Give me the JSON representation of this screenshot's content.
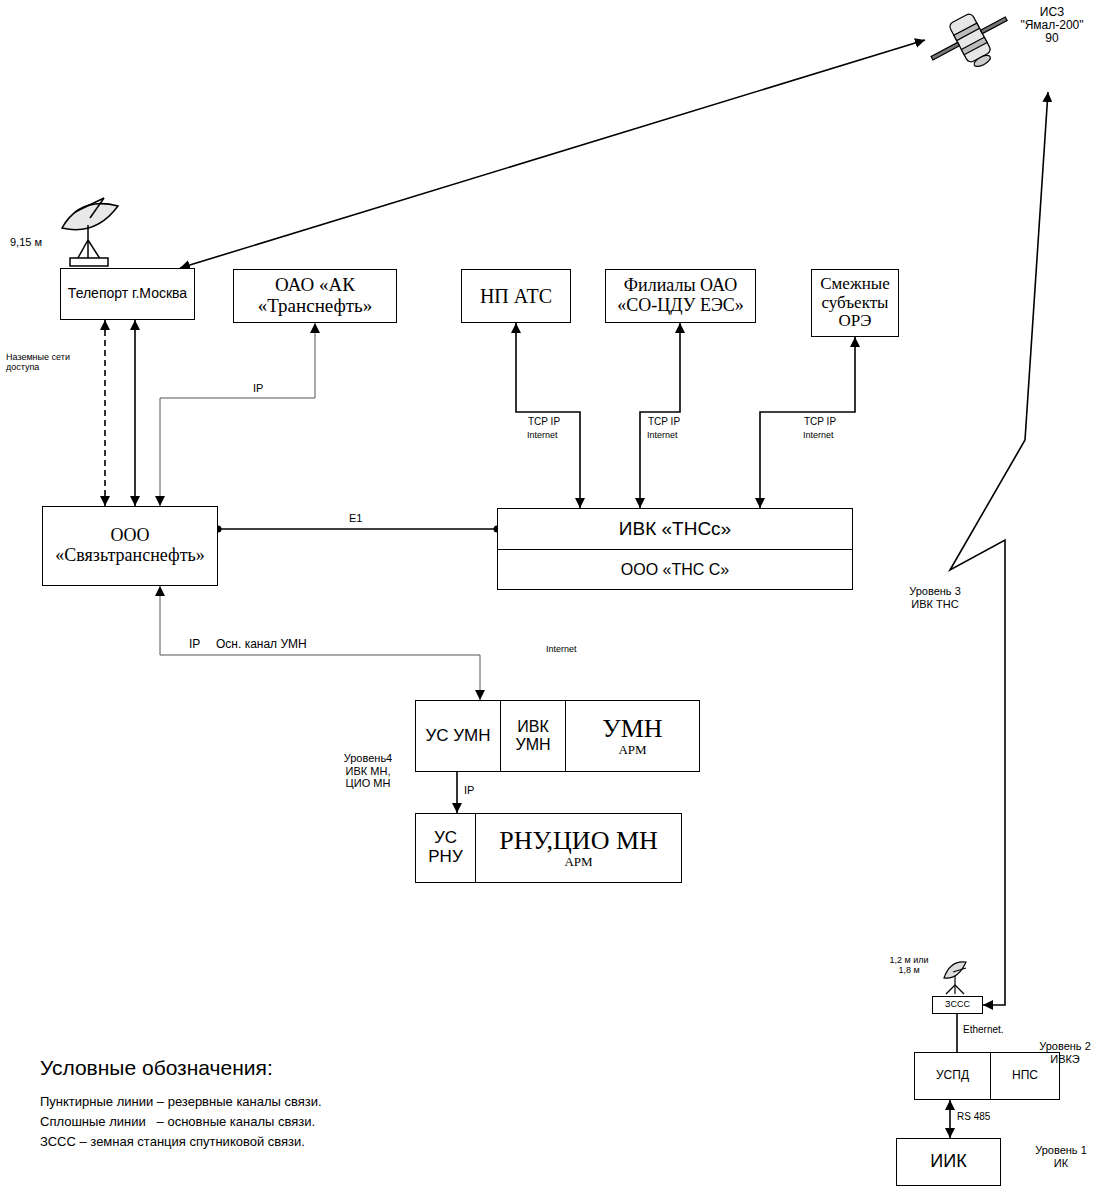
{
  "diagram": {
    "nodes": [
      {
        "text": [
          "ИСЗ \"Ямал-200\" 90"
        ]
      },
      {
        "text": [
          "Телепорт г.Москва"
        ]
      },
      {
        "text": [
          "ОАО «АК «Транснефть»"
        ]
      },
      {
        "text": [
          "НП АТС"
        ]
      },
      {
        "text": [
          "Филиалы ОАО «СО-ЦДУ ЕЭС»"
        ]
      },
      {
        "text": [
          "Смежные субъекты ОРЭ"
        ]
      },
      {
        "text": [
          "ООО «Связьтранснефть»"
        ]
      },
      {
        "text": [
          "ИВК «ТНСс»"
        ]
      },
      {
        "text": [
          "ООО «ТНС С»"
        ]
      },
      {
        "text": [
          "УС УМН"
        ]
      },
      {
        "text": [
          "ИВК УМН"
        ]
      },
      {
        "text": [
          "УМН",
          "АРМ"
        ]
      },
      {
        "text": [
          "УС РНУ"
        ]
      },
      {
        "text": [
          "РНУ,ЦИО МН",
          "АРМ"
        ]
      },
      {
        "text": [
          "ЗССС"
        ]
      },
      {
        "text": [
          "УСПД"
        ]
      },
      {
        "text": [
          "НПС"
        ]
      },
      {
        "text": [
          "ИИК"
        ]
      }
    ],
    "edges": [
      {
        "from": 1,
        "to": 0,
        "arrow": "both"
      },
      {
        "from": 0,
        "to": 14,
        "arrow": "both"
      },
      {
        "from": 1,
        "to": 6,
        "arrow": "both"
      },
      {
        "from": 1,
        "to": 6,
        "arrow": "both"
      },
      {
        "from": 2,
        "to": 6,
        "label": "IP",
        "arrow": "both"
      },
      {
        "from": 6,
        "to": 7,
        "label": "E1",
        "arrow": "none"
      },
      {
        "from": 3,
        "to": 7,
        "label": "TCP IP",
        "arrow": "both"
      },
      {
        "from": 4,
        "to": 7,
        "label": "TCP IP",
        "arrow": "both"
      },
      {
        "from": 5,
        "to": 7,
        "label": "TCP IP",
        "arrow": "both"
      },
      {
        "from": 6,
        "to": 9,
        "label": "IP",
        "arrow": "both"
      },
      {
        "from": 9,
        "to": 12,
        "label": "IP",
        "arrow": "to"
      },
      {
        "from": 14,
        "to": 15,
        "label": "Ethernet.",
        "arrow": "none"
      },
      {
        "from": 15,
        "to": 17,
        "label": "RS 485",
        "arrow": "both"
      }
    ],
    "labels": [
      "9,15 м",
      "Наземные сети доступа",
      "Internet",
      "Internet",
      "Internet",
      "Уровень 3 ИВК ТНС",
      "Осн. канал УМН",
      "Internet",
      "Уровень4 ИВК МН, ЦИО МН",
      "1,2 м или 1,8 м",
      "Уровень 2 ИВКЭ",
      "Уровень 1 ИК",
      "Условные обозначения:"
    ],
    "legend": [
      {
        "text": "Пунктирные линии – резервные каналы связи."
      },
      {
        "text": "Сплошные линии   – основные каналы связи."
      },
      {
        "text": "ЗССС – земная станция спутниковой связи."
      }
    ]
  }
}
